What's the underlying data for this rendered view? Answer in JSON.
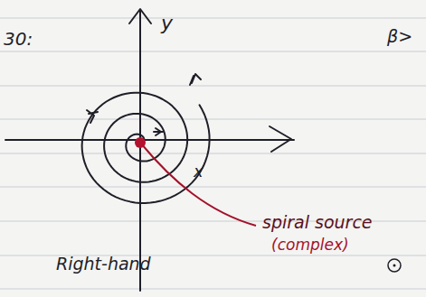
{
  "diagram": {
    "labels": [
      "30:",
      "y",
      "x",
      "spiral source",
      "(complex)",
      "Right-hand",
      "β>"
    ]
  }
}
